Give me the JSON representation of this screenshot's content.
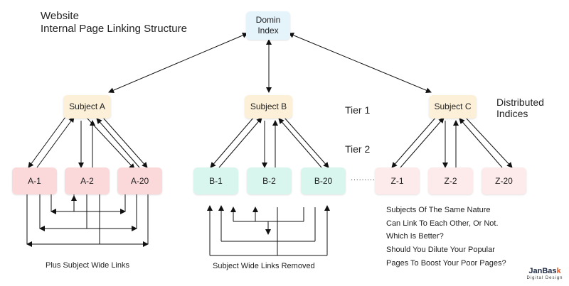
{
  "title": {
    "line1": "Website",
    "line2": "Internal Page Linking Structure"
  },
  "root": {
    "label_line1": "Domin",
    "label_line2": "Index"
  },
  "subjects": {
    "a": "Subject A",
    "b": "Subject B",
    "c": "Subject C"
  },
  "pages": {
    "a": [
      "A-1",
      "A-2",
      "A-20"
    ],
    "b": [
      "B-1",
      "B-2",
      "B-20"
    ],
    "z": [
      "Z-1",
      "Z-2",
      "Z-20"
    ]
  },
  "ellipsis": "·········",
  "tiers": {
    "tier1": "Tier 1",
    "tier2": "Tier 2"
  },
  "side_label": {
    "line1": "Distributed",
    "line2": "Indices"
  },
  "notes": {
    "q1": [
      "Subjects Of The Same Nature",
      "Can Link To Each Other, Or Not.",
      "Which Is Better?"
    ],
    "q2": [
      "Should You Dilute Your Popular",
      "Pages To Boost Your Poor Pages?"
    ]
  },
  "captions": {
    "a": "Plus Subject Wide Links",
    "b": "Subject Wide Links Removed"
  },
  "logo": {
    "main_1": "Jan",
    "main_2": "Bas",
    "main_3": "k",
    "sub": "Digital Design"
  },
  "colors": {
    "root_fill": "#e5f3fb",
    "subject_fill": "#fdf0d8",
    "a_fill": "#fbd9da",
    "b_fill": "#d9f6ee",
    "z_fill": "#fdeaea",
    "line": "#111111",
    "logo_accent": "#e05a2a"
  }
}
